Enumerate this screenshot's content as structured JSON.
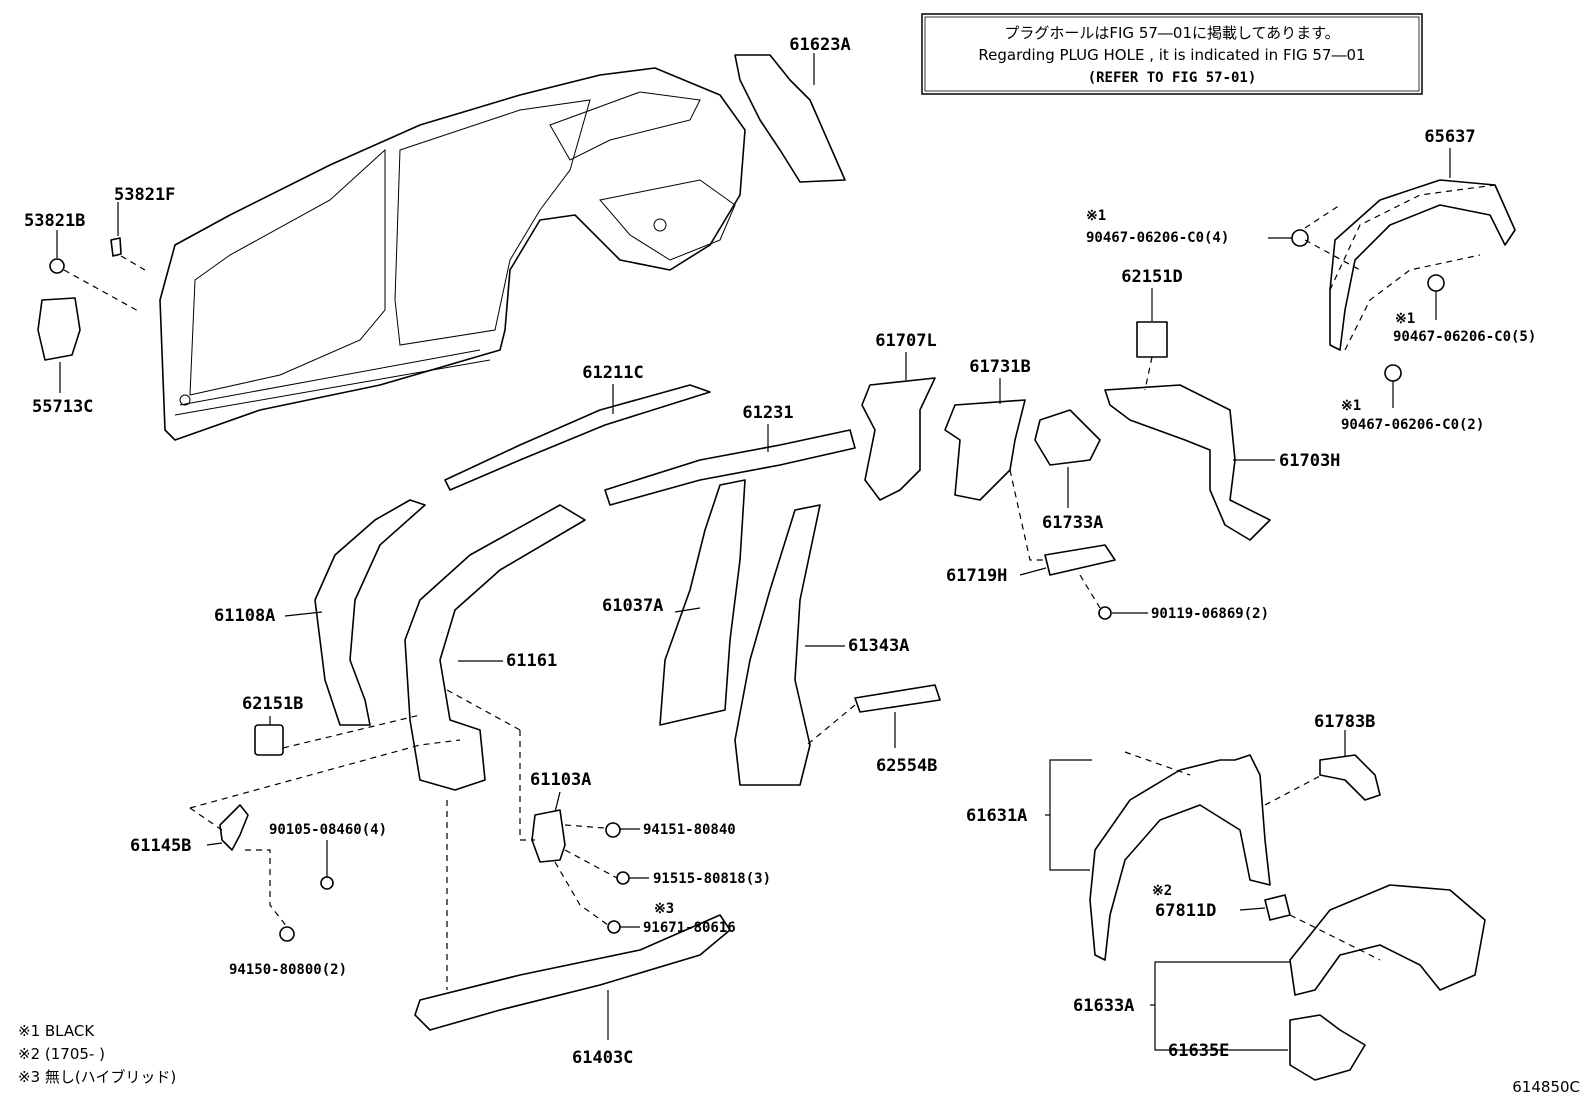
{
  "notice": {
    "line1": "プラグホールはFIG 57―01に掲載してあります。",
    "line2": "Regarding  PLUG  HOLE , it is indicated in FIG 57―01",
    "line3": "(REFER TO FIG 57-01)"
  },
  "parts": {
    "p61623A": "61623A",
    "p53821F": "53821F",
    "p53821B": "53821B",
    "p55713C": "55713C",
    "p61211C": "61211C",
    "p61231": "61231",
    "p61707L": "61707L",
    "p61731B": "61731B",
    "p62151D": "62151D",
    "p65637": "65637",
    "p61703H": "61703H",
    "p61733A": "61733A",
    "p61719H": "61719H",
    "p61108A": "61108A",
    "p61161": "61161",
    "p61037A": "61037A",
    "p61343A": "61343A",
    "p62151B": "62151B",
    "p62554B": "62554B",
    "p61103A": "61103A",
    "p61145B": "61145B",
    "p61403C": "61403C",
    "p61631A": "61631A",
    "p61783B": "61783B",
    "p67811D": "67811D",
    "p61633A": "61633A",
    "p61635E": "61635E"
  },
  "fasteners": {
    "f1": "90467-06206-C0(4)",
    "f2": "90467-06206-C0(5)",
    "f3": "90467-06206-C0(2)",
    "f4": "90119-06869(2)",
    "f5": "94151-80840",
    "f6": "91515-80818(3)",
    "f7": "91671-80616",
    "f8": "90105-08460(4)",
    "f9": "94150-80800(2)"
  },
  "marks": {
    "m1a": "※1",
    "m1b": "※1",
    "m1c": "※1",
    "m2": "※2",
    "m3": "※3"
  },
  "legend": {
    "l1": "※1 BLACK",
    "l2": "※2 (1705-        )",
    "l3": "※3 無し(ハイブリッド)"
  },
  "figure_id": "614850C"
}
